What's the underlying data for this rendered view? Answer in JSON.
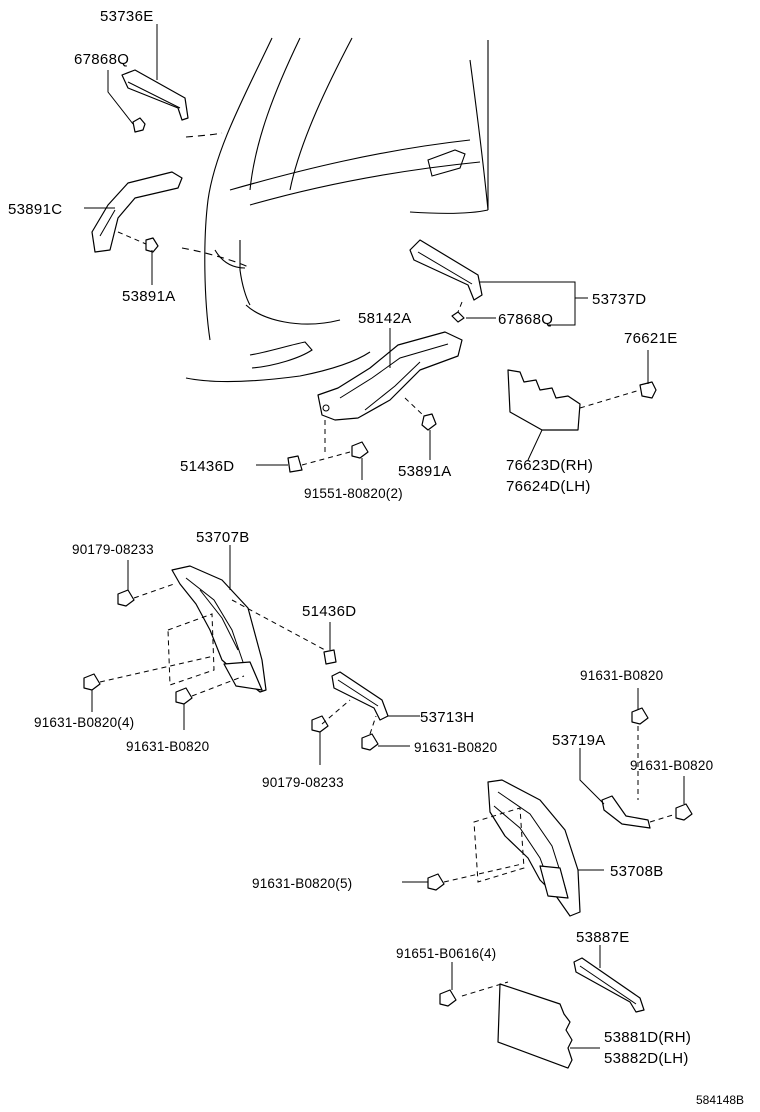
{
  "diagram": {
    "parts": [
      {
        "id": "p53736E",
        "label": "53736E"
      },
      {
        "id": "p67868Q_a",
        "label": "67868Q"
      },
      {
        "id": "p53891C",
        "label": "53891C"
      },
      {
        "id": "p53891A_a",
        "label": "53891A"
      },
      {
        "id": "p53737D",
        "label": "53737D"
      },
      {
        "id": "p67868Q_b",
        "label": "67868Q"
      },
      {
        "id": "p58142A",
        "label": "58142A"
      },
      {
        "id": "p76621E",
        "label": "76621E"
      },
      {
        "id": "p51436D_a",
        "label": "51436D"
      },
      {
        "id": "p53891A_b",
        "label": "53891A"
      },
      {
        "id": "p76623D",
        "label": "76623D(RH)"
      },
      {
        "id": "p76624D",
        "label": "76624D(LH)"
      },
      {
        "id": "p91551",
        "label": "91551-80820(2)"
      },
      {
        "id": "p90179_a",
        "label": "90179-08233"
      },
      {
        "id": "p53707B",
        "label": "53707B"
      },
      {
        "id": "p51436D_b",
        "label": "51436D"
      },
      {
        "id": "p91631_4",
        "label": "91631-B0820(4)"
      },
      {
        "id": "p91631_a",
        "label": "91631-B0820"
      },
      {
        "id": "p53713H",
        "label": "53713H"
      },
      {
        "id": "p91631_b",
        "label": "91631-B0820"
      },
      {
        "id": "p90179_b",
        "label": "90179-08233"
      },
      {
        "id": "p91631_c",
        "label": "91631-B0820"
      },
      {
        "id": "p53719A",
        "label": "53719A"
      },
      {
        "id": "p91631_d",
        "label": "91631-B0820"
      },
      {
        "id": "p91631_5",
        "label": "91631-B0820(5)"
      },
      {
        "id": "p53708B",
        "label": "53708B"
      },
      {
        "id": "p91651",
        "label": "91651-B0616(4)"
      },
      {
        "id": "p53887E",
        "label": "53887E"
      },
      {
        "id": "p53881D",
        "label": "53881D(RH)"
      },
      {
        "id": "p53882D",
        "label": "53882D(LH)"
      }
    ],
    "code": "584148B"
  }
}
